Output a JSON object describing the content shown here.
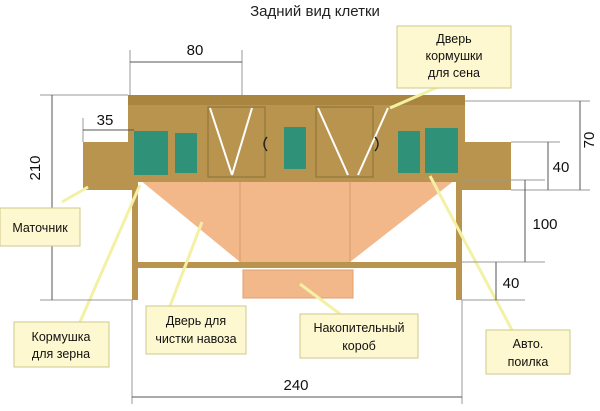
{
  "title": "Задний вид клетки",
  "dimensions": {
    "top_width": "80",
    "side_depth": "35",
    "total_height": "210",
    "top_height": "70",
    "box_height": "40",
    "leg_height": "100",
    "bottom_gap": "40",
    "total_width": "240"
  },
  "labels": {
    "hay_feeder_door_line1": "Дверь",
    "hay_feeder_door_line2": "кормушки",
    "hay_feeder_door_line3": "для сена",
    "nest_box": "Маточник",
    "grain_feeder_line1": "Кормушка",
    "grain_feeder_line2": "для зерна",
    "manure_door_line1": "Дверь для",
    "manure_door_line2": "чистки навоза",
    "storage_box_line1": "Накопительный",
    "storage_box_line2": "короб",
    "drinker_line1": "Авто.",
    "drinker_line2": "поилка"
  },
  "colors": {
    "wood": "#b8944f",
    "wood_dark": "#a9853f",
    "mesh": "#2e9178",
    "funnel": "#f2b88a",
    "callout_fill": "#fdf8cf",
    "callout_border": "#cfc88e",
    "leader": "#f3f1a4"
  }
}
